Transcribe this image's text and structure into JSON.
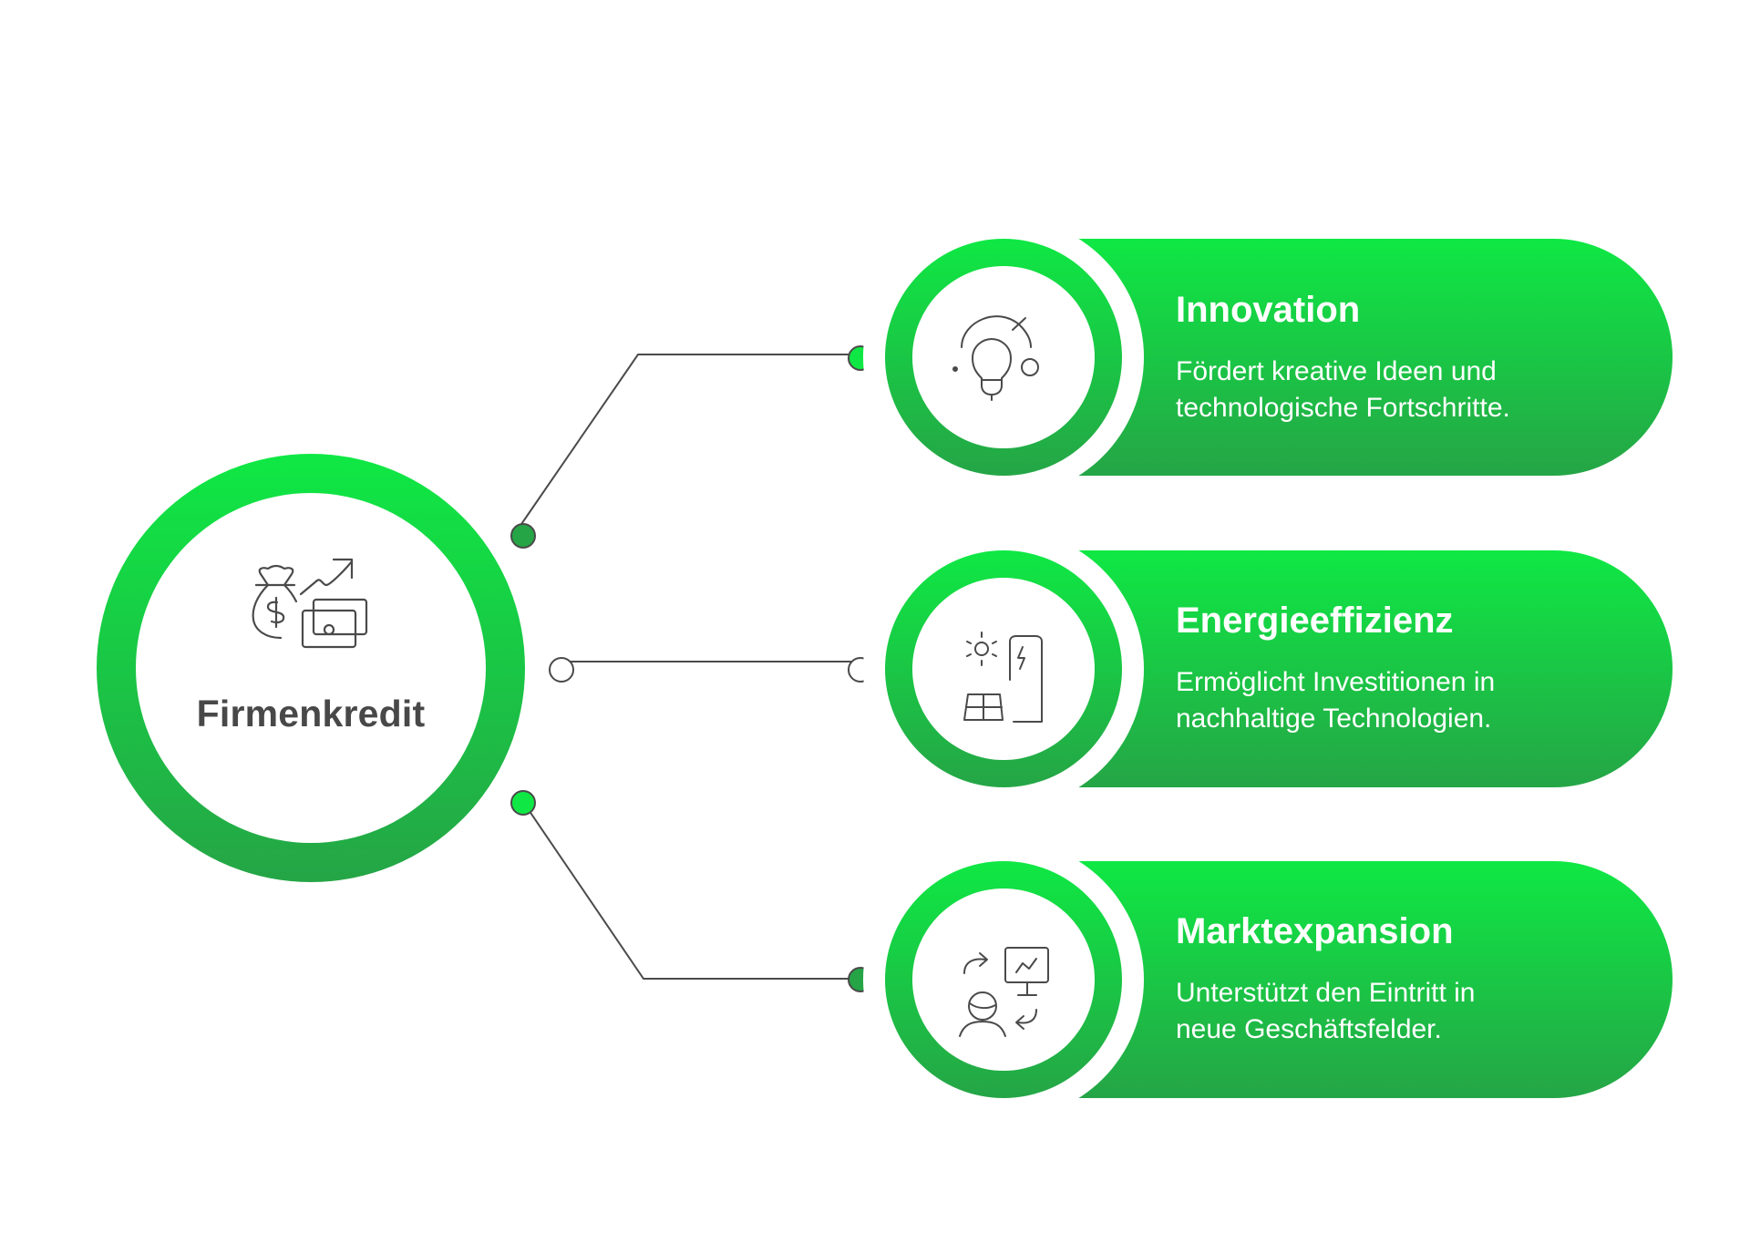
{
  "hub": {
    "label": "Firmenkredit",
    "icon": "money-bag-growth-icon"
  },
  "colors": {
    "green_top": "#0FE844",
    "green_bottom": "#25A546",
    "dot_dark": "#25A546",
    "dot_light": "#0FE844",
    "line": "#4A4A4A",
    "icon_stroke": "#4A4A4A",
    "text_dark": "#484848",
    "text_light": "#FFFFFF"
  },
  "items": [
    {
      "title": "Innovation",
      "description_line1": "Fördert kreative Ideen und",
      "description_line2": "technologische Fortschritte.",
      "icon": "lightbulb-orbit-icon",
      "connector": "upper"
    },
    {
      "title": "Energieeffizienz",
      "description_line1": "Ermöglicht Investitionen in",
      "description_line2": "nachhaltige Technologien.",
      "icon": "solar-panel-battery-icon",
      "connector": "middle"
    },
    {
      "title": "Marktexpansion",
      "description_line1": "Unterstützt den Eintritt in",
      "description_line2": "neue Geschäftsfelder.",
      "icon": "person-presentation-exchange-icon",
      "connector": "lower"
    }
  ]
}
